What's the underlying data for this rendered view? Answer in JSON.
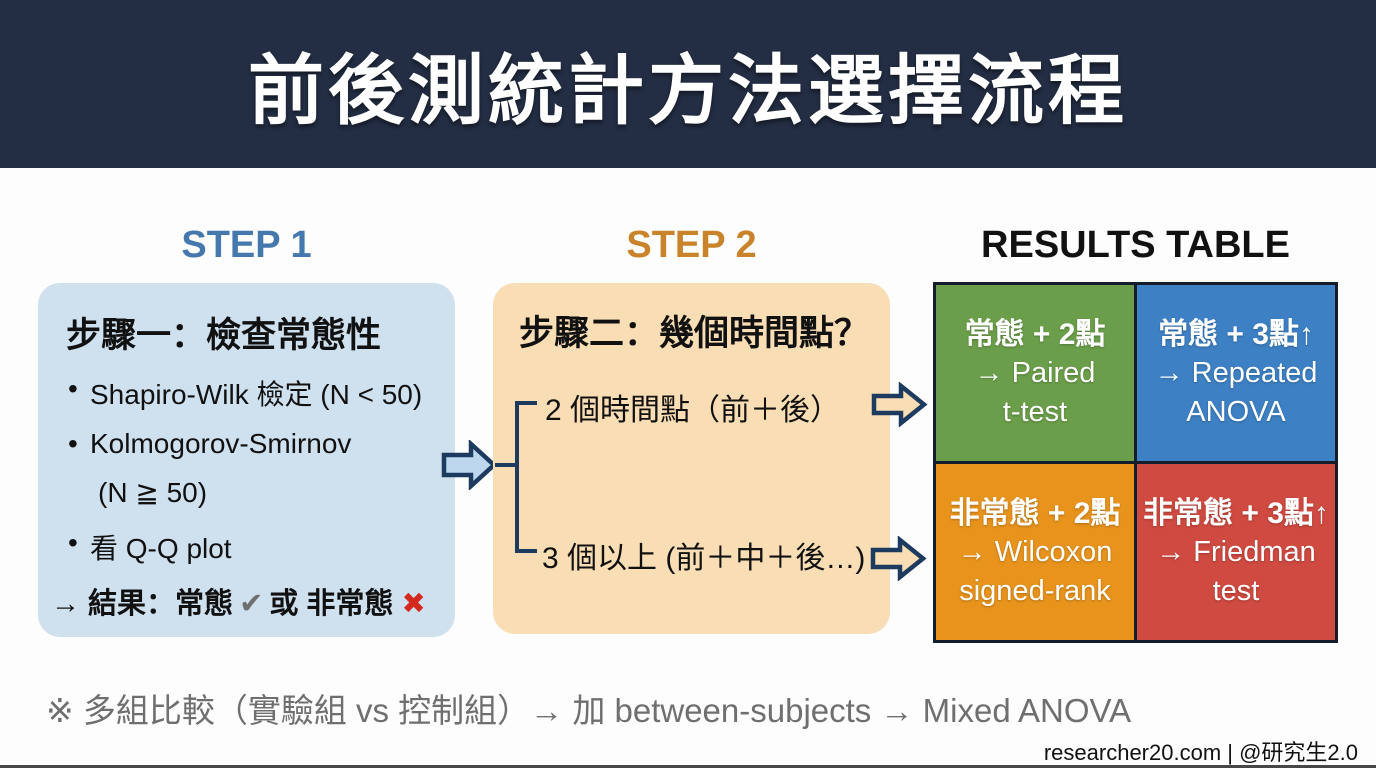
{
  "header": {
    "title": "前後測統計方法選擇流程"
  },
  "step1": {
    "heading": "STEP 1",
    "title": "步驟一：檢查常態性",
    "bullets": [
      "Shapiro-Wilk 檢定 (N < 50)",
      "Kolmogorov-Smirnov",
      "(N ≧ 50)",
      "看 Q-Q plot"
    ],
    "result": {
      "prefix": "→ 結果：常態",
      "check": "✔",
      "middle": "或 非常態",
      "cross": "✖"
    }
  },
  "step2": {
    "heading": "STEP 2",
    "title": "步驟二：幾個時間點？",
    "branch1": "2 個時間點（前＋後）",
    "branch2": "3 個以上 (前＋中＋後…)"
  },
  "results": {
    "heading": "RESULTS TABLE",
    "cells": [
      {
        "condition": "常態 + 2點",
        "line2": "→ Paired",
        "line3": "t-test",
        "color": "#6b9e4a"
      },
      {
        "condition": "常態 + 3點↑",
        "line2": "→ Repeated",
        "line3": "ANOVA",
        "color": "#3d80c4"
      },
      {
        "condition": "非常態 + 2點",
        "line2": "→ Wilcoxon",
        "line3": "signed-rank",
        "color": "#e7931c"
      },
      {
        "condition": "非常態 + 3點↑",
        "line2": "→ Friedman",
        "line3": "test",
        "color": "#cf4a40"
      }
    ]
  },
  "footer": {
    "note": "※ 多組比較（實驗組 vs 控制組）→ 加 between-subjects → Mixed ANOVA",
    "credit": "researcher20.com | @研究生2.0"
  },
  "colors": {
    "header_bg": "#232e44",
    "step1_accent": "#4579ae",
    "step2_accent": "#c8832b",
    "step1_box_bg": "#cfe0ef",
    "step2_box_bg": "#f9ddb4",
    "line_navy": "#1d3a5f",
    "check_gray": "#6f6f6f",
    "cross_red": "#d32a20",
    "cell_green": "#6b9e4a",
    "cell_blue": "#3d80c4",
    "cell_orange": "#e7931c",
    "cell_red": "#cf4a40"
  }
}
